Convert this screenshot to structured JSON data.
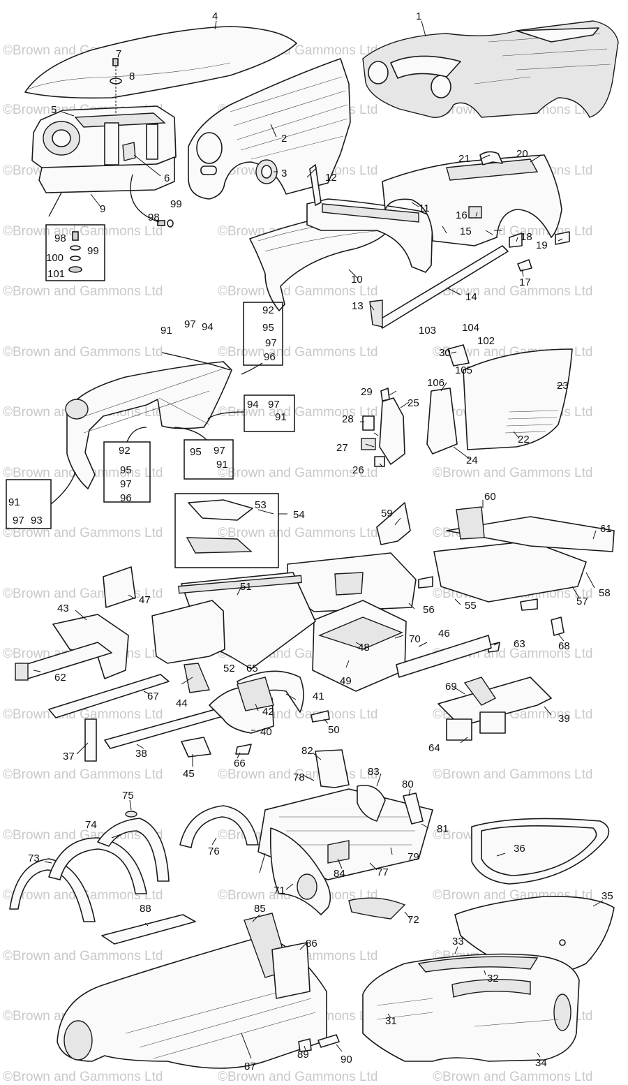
{
  "watermark": "©Brown and Gammons Ltd",
  "labels": {
    "n1": "1",
    "n2": "2",
    "n3": "3",
    "n4": "4",
    "n5": "5",
    "n6": "6",
    "n7": "7",
    "n8": "8",
    "n9": "9",
    "n10": "10",
    "n11": "11",
    "n12": "12",
    "n13": "13",
    "n14": "14",
    "n15": "15",
    "n16": "16",
    "n17": "17",
    "n18": "18",
    "n19": "19",
    "n20": "20",
    "n21": "21",
    "n22": "22",
    "n23": "23",
    "n24": "24",
    "n25": "25",
    "n26": "26",
    "n27": "27",
    "n28": "28",
    "n29": "29",
    "n30": "30",
    "n31": "31",
    "n32": "32",
    "n33": "33",
    "n34": "34",
    "n35": "35",
    "n36": "36",
    "n37": "37",
    "n38": "38",
    "n39": "39",
    "n40": "40",
    "n41": "41",
    "n42": "42",
    "n43": "43",
    "n44": "44",
    "n45": "45",
    "n46": "46",
    "n47": "47",
    "n48": "48",
    "n49": "49",
    "n50": "50",
    "n51": "51",
    "n52": "52",
    "n53": "53",
    "n54": "54",
    "n55": "55",
    "n56": "56",
    "n57": "57",
    "n58": "58",
    "n59": "59",
    "n60": "60",
    "n61": "61",
    "n62": "62",
    "n63": "63",
    "n64": "64",
    "n65": "65",
    "n66": "66",
    "n67": "67",
    "n68": "68",
    "n69": "69",
    "n70": "70",
    "n71": "71",
    "n72": "72",
    "n73": "73",
    "n74": "74",
    "n75": "75",
    "n76": "76",
    "n77": "77",
    "n78": "78",
    "n79": "79",
    "n80": "80",
    "n81": "81",
    "n82": "82",
    "n83": "83",
    "n84": "84",
    "n85": "85",
    "n86": "86",
    "n87": "87",
    "n88": "88",
    "n89": "89",
    "n90": "90",
    "n91": "91",
    "n92": "92",
    "n93": "93",
    "n94": "94",
    "n95": "95",
    "n96": "96",
    "n97": "97",
    "n98": "98",
    "n99": "99",
    "n100": "100",
    "n101": "101",
    "n102": "102",
    "n103": "103",
    "n104": "104",
    "n105": "105",
    "n106": "106"
  }
}
